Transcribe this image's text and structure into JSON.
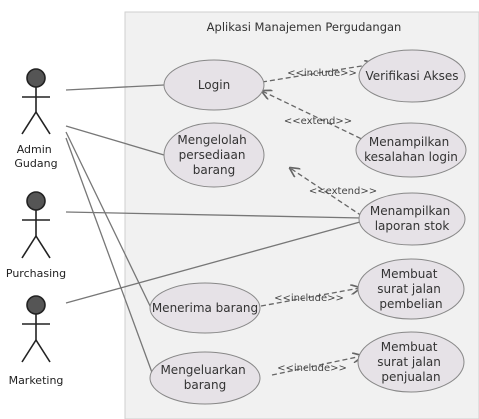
{
  "system": {
    "title": "Aplikasi Manajemen Pergudangan"
  },
  "actors": [
    {
      "label_lines": [
        "Admin",
        "Gudang"
      ]
    },
    {
      "label_lines": [
        "Purchasing"
      ]
    },
    {
      "label_lines": [
        "Marketing"
      ]
    }
  ],
  "use_cases": [
    {
      "label_lines": [
        "Login"
      ]
    },
    {
      "label_lines": [
        "Verifikasi Akses"
      ]
    },
    {
      "label_lines": [
        "Mengelolah",
        "persediaan",
        "barang"
      ]
    },
    {
      "label_lines": [
        "Menampilkan",
        "kesalahan login"
      ]
    },
    {
      "label_lines": [
        "Menampilkan",
        "laporan stok"
      ]
    },
    {
      "label_lines": [
        "Menerima barang"
      ]
    },
    {
      "label_lines": [
        "Membuat",
        "surat jalan",
        "pembelian"
      ]
    },
    {
      "label_lines": [
        "Mengeluarkan",
        "barang"
      ]
    },
    {
      "label_lines": [
        "Membuat",
        "surat jalan",
        "penjualan"
      ]
    }
  ],
  "relations": {
    "include": "<<include>>",
    "extend": "<<extend>>"
  },
  "colors": {
    "system_bg": "#f1f1f1",
    "usecase_fill": "#e6e2e7",
    "line": "#777777",
    "actor_head": "#555555"
  }
}
